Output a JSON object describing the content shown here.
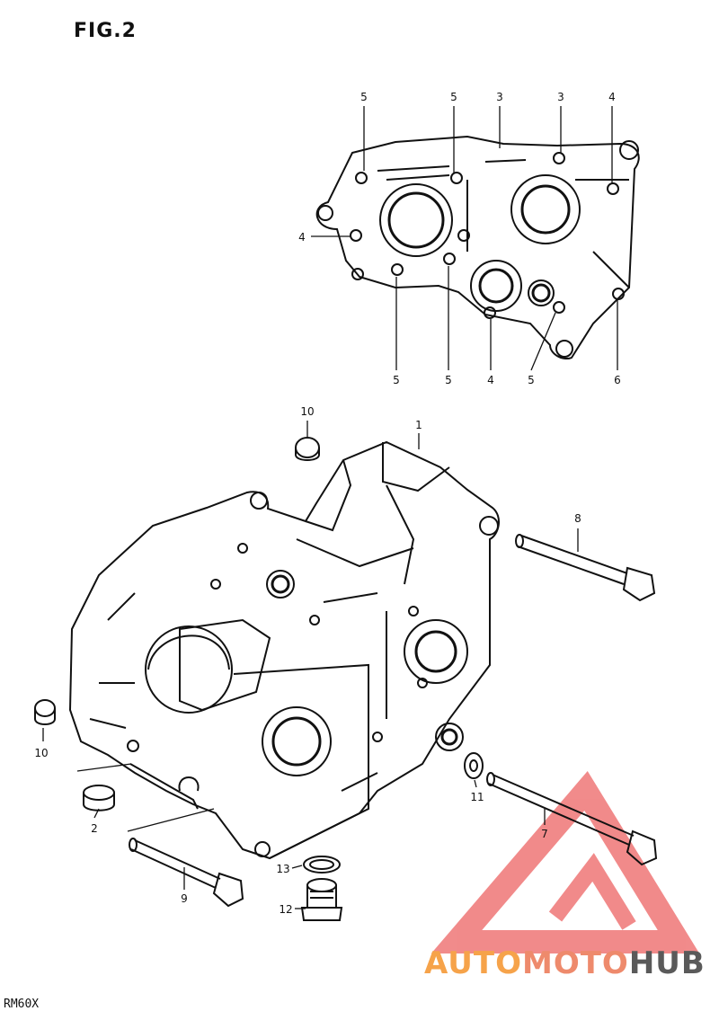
{
  "figure_title": "FIG.2",
  "model_code": "RM60X",
  "watermark": {
    "part1": "AUTO",
    "part2": "MOTO",
    "part3": "HUB",
    "color_primary": "#f6a34a",
    "color_secondary": "#ee8a6c",
    "color_dark": "#5a5a5a",
    "triangle_color": "#ee6e6e"
  },
  "callouts": [
    "5",
    "5",
    "3",
    "3",
    "4",
    "4",
    "5",
    "5",
    "4",
    "5",
    "6",
    "10",
    "1",
    "8",
    "10",
    "2",
    "9",
    "11",
    "7",
    "13",
    "12"
  ]
}
